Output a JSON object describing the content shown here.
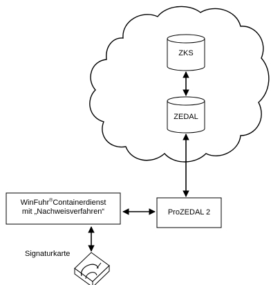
{
  "diagram": {
    "cloud_nodes": {
      "zks": {
        "label": "ZKS"
      },
      "zedal": {
        "label": "ZEDAL"
      }
    },
    "prozedal": {
      "label": "ProZEDAL 2"
    },
    "winfuhr": {
      "name": "WinFuhr",
      "mark": "®",
      "suffix": "Containerdienst",
      "line2": "mit „Nachweisverfahren“"
    },
    "card": {
      "label": "Signaturkarte"
    },
    "icons": {
      "cloud": "cloud-shape",
      "database": "cylinder-icon",
      "card_reader": "card-reader-icon",
      "connector": "double-headed-arrow"
    },
    "colors": {
      "stroke": "#000000",
      "fill": "#ffffff",
      "background": "#ffffff"
    }
  }
}
